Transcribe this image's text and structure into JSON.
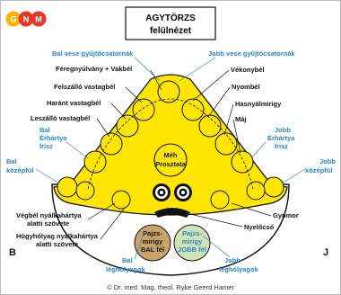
{
  "logo": {
    "letters": [
      "G",
      "N",
      "M"
    ]
  },
  "title": {
    "line1": "AGYTÖRZS",
    "line2": "felülnézet"
  },
  "labels": {
    "bal_vese": "Bal vese gyűjtőcsatornák",
    "jobb_vese": "Jobb vese gyűjtőcsatornák",
    "feregnyulvany": "Féregnyúlvány + Vakbél",
    "vekonybel": "Vékonybél",
    "felszallo": "Felszálló vastagbél",
    "nyombel": "Nyombél",
    "harant": "Haránt vastagbél",
    "hasnyal": "Hasnyálmirigy",
    "leszallo": "Leszálló vastagbél",
    "maj": "Máj",
    "bal_erhartya_1": "Bal",
    "bal_erhartya_2": "Érhártya",
    "bal_erhartya_3": "Írisz",
    "jobb_erhartya_1": "Jobb",
    "jobb_erhartya_2": "Érhártya",
    "jobb_erhartya_3": "Írisz",
    "bal_kozepful_1": "Bal",
    "bal_kozepful_2": "középfül",
    "jobb_kozepful_1": "Jobb",
    "jobb_kozepful_2": "középfül",
    "meh_1": "Méh",
    "meh_2": "Prosztata",
    "vegbel_1": "Végbél nyálkahártya",
    "vegbel_2": "alatti szövete",
    "hugyholyag_1": "Húgyhólyag nyálkahártya",
    "hugyholyag_2": "alatti szövete",
    "gyomor": "Gyomor",
    "nyelocso": "Nyelőcső",
    "bal_legholyag_1": "Bal",
    "bal_legholyag_2": "léghólyagok",
    "jobb_legholyag_1": "Jobb",
    "jobb_legholyag_2": "léghólyagok",
    "pajzs_bal_1": "Pajzs-",
    "pajzs_bal_2": "mirigy",
    "pajzs_bal_3": "BAL fél",
    "pajzs_jobb_1": "Pajzs-",
    "pajzs_jobb_2": "mirigy",
    "pajzs_jobb_3": "JOBB fél",
    "side_b": "B",
    "side_j": "J"
  },
  "footer": "© Dr. med. Mag. theol. Ryke Geerd Hamer",
  "colors": {
    "yellow": "#ffe600",
    "blue_text": "#2a86c7",
    "pajzs_bal": "#c9a46a",
    "pajzs_jobb": "#cfe3b5",
    "logo_g": "#f7b500",
    "logo_n": "#e8352b",
    "logo_m": "#e8352b"
  }
}
